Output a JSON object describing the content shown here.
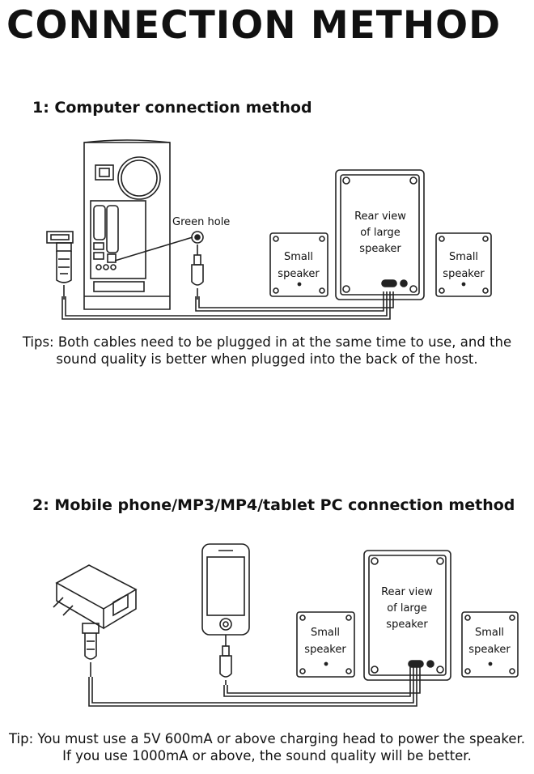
{
  "title": "CONNECTION METHOD",
  "section1": {
    "heading": "1: Computer connection method",
    "green_hole_label": "Green hole",
    "small_speaker_left": [
      "Small",
      "speaker"
    ],
    "large_speaker": [
      "Rear view",
      "of large",
      "speaker"
    ],
    "small_speaker_right": [
      "Small",
      "speaker"
    ],
    "tips": "Tips: Both cables need to be plugged in at the same time to use, and the sound quality is better when plugged into the back of the host.",
    "icons": [
      "computer-tower-icon",
      "usb-plug-icon",
      "audio-jack-icon",
      "usb-cable-icon",
      "aux-cable-icon"
    ]
  },
  "section2": {
    "heading": "2: Mobile phone/MP3/MP4/tablet PC connection method",
    "small_speaker_left": [
      "Small",
      "speaker"
    ],
    "large_speaker": [
      "Rear view",
      "of large",
      "speaker"
    ],
    "small_speaker_right": [
      "Small",
      "speaker"
    ],
    "tips": "Tip: You must use a 5V 600mA or above charging head to power the speaker. If you use 1000mA or above, the sound quality will be better.",
    "icons": [
      "power-adapter-icon",
      "phone-icon",
      "usb-cable-icon",
      "aux-cable-icon"
    ]
  }
}
